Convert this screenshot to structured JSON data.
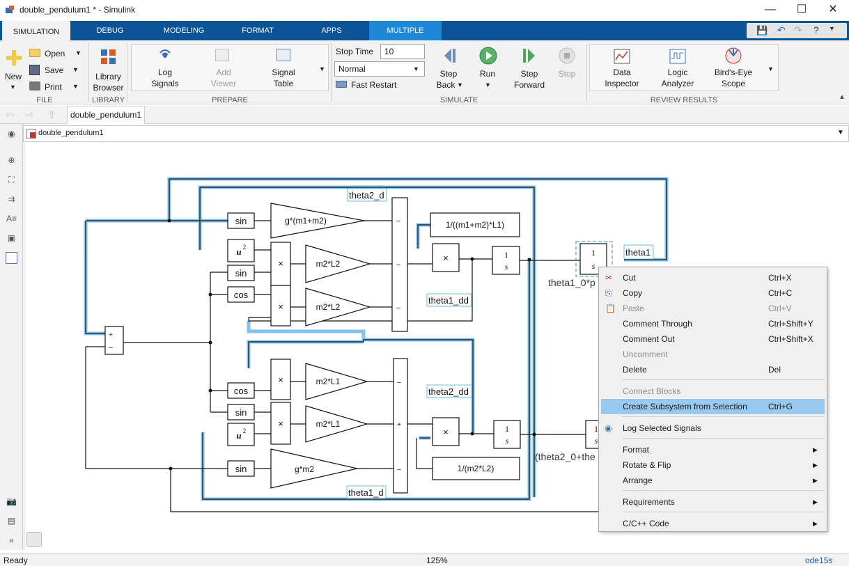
{
  "window": {
    "title": "double_pendulum1 * - Simulink",
    "minimize": "—",
    "maximize": "☐",
    "close": "✕"
  },
  "tabs": [
    {
      "label": "SIMULATION"
    },
    {
      "label": "DEBUG"
    },
    {
      "label": "MODELING"
    },
    {
      "label": "FORMAT"
    },
    {
      "label": "APPS"
    },
    {
      "label": "MULTIPLE"
    }
  ],
  "ribbon": {
    "file": {
      "new": "New",
      "open": "Open",
      "save": "Save",
      "print": "Print",
      "label": "FILE"
    },
    "library": {
      "browser_l1": "Library",
      "browser_l2": "Browser",
      "label": "LIBRARY"
    },
    "prepare": {
      "log_l1": "Log",
      "log_l2": "Signals",
      "add_l1": "Add",
      "add_l2": "Viewer",
      "sig_l1": "Signal",
      "sig_l2": "Table",
      "label": "PREPARE"
    },
    "simulate": {
      "stop_time_label": "Stop Time",
      "stop_time_value": "10",
      "mode": "Normal",
      "fast_restart": "Fast Restart",
      "step_back_l1": "Step",
      "step_back_l2": "Back",
      "run": "Run",
      "step_fwd_l1": "Step",
      "step_fwd_l2": "Forward",
      "stop": "Stop",
      "label": "SIMULATE"
    },
    "review": {
      "di_l1": "Data",
      "di_l2": "Inspector",
      "la_l1": "Logic",
      "la_l2": "Analyzer",
      "be_l1": "Bird's-Eye",
      "be_l2": "Scope",
      "label": "REVIEW RESULTS"
    }
  },
  "breadcrumb": {
    "tab": "double_pendulum1",
    "path": "double_pendulum1"
  },
  "diagram": {
    "blocks": {
      "sin1": "sin",
      "u2a": "u",
      "u2a_exp": "2",
      "sin2": "sin",
      "cos1": "cos",
      "gain1": "g*(m1+m2)",
      "gain2": "m2*L2",
      "gain3": "m2*L2",
      "gain4": "m2*L1",
      "gain5": "m2*L1",
      "gain6": "g*m2",
      "cos2": "cos",
      "sin3": "sin",
      "u2b": "u",
      "u2b_exp": "2",
      "sin4": "sin",
      "inv1": "1/((m1+m2)*L1)",
      "inv2": "1/(m2*L2)",
      "mult": "×",
      "int_num": "1",
      "int_den": "s",
      "sum_plus": "+",
      "sum_minus": "–"
    },
    "labels": {
      "theta2_d": "theta2_d",
      "theta1_dd": "theta1_dd",
      "theta2_dd": "theta2_dd",
      "theta1_d": "theta1_d",
      "theta1": "theta1",
      "theta1_0": "theta1_0*p",
      "theta2_0": "(theta2_0+the"
    }
  },
  "context_menu": {
    "items": [
      {
        "label": "Cut",
        "shortcut": "Ctrl+X",
        "icon": "scissors-icon"
      },
      {
        "label": "Copy",
        "shortcut": "Ctrl+C",
        "icon": "copy-icon"
      },
      {
        "label": "Paste",
        "shortcut": "Ctrl+V",
        "icon": "paste-icon",
        "disabled": true
      },
      {
        "label": "Comment Through",
        "shortcut": "Ctrl+Shift+Y"
      },
      {
        "label": "Comment Out",
        "shortcut": "Ctrl+Shift+X"
      },
      {
        "label": "Uncomment",
        "disabled": true
      },
      {
        "label": "Delete",
        "shortcut": "Del"
      },
      {
        "label": "Connect Blocks",
        "disabled": true
      },
      {
        "label": "Create Subsystem from Selection",
        "shortcut": "Ctrl+G",
        "highlighted": true
      },
      {
        "label": "Log Selected Signals",
        "icon": "log-signals-icon"
      },
      {
        "label": "Format",
        "submenu": "▶"
      },
      {
        "label": "Rotate & Flip",
        "submenu": "▶"
      },
      {
        "label": "Arrange",
        "submenu": "▶"
      },
      {
        "label": "Requirements",
        "submenu": "▶"
      },
      {
        "label": "C/C++ Code",
        "submenu": "▶"
      }
    ]
  },
  "status": {
    "left": "Ready",
    "zoom": "125%",
    "solver": "ode15s"
  },
  "colors": {
    "ribbon_tabs": "#0b5394",
    "multiple_tab": "#1e88d6",
    "selection": "#5aaee8",
    "menu_highlight": "#99c9ef"
  }
}
